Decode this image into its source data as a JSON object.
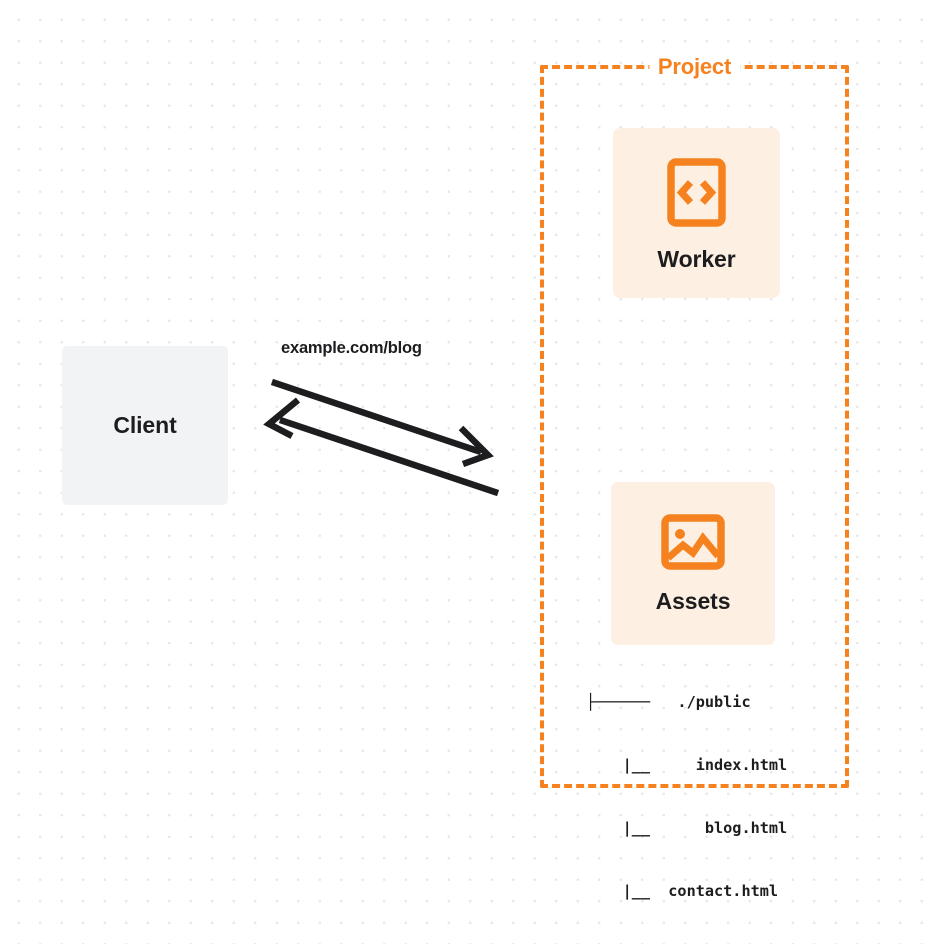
{
  "diagram": {
    "type": "architecture-diagram",
    "background": {
      "style": "dot-grid",
      "dot_color": "#e7e7e9",
      "page_color": "#ffffff"
    },
    "colors": {
      "accent_orange": "#f6821f",
      "card_peach": "#fdf0e3",
      "client_gray": "#f2f3f4",
      "text_dark": "#1d1d1f"
    },
    "nodes": [
      {
        "id": "client",
        "label": "Client",
        "icon": "none"
      },
      {
        "id": "worker",
        "label": "Worker",
        "icon": "code-brackets-icon"
      },
      {
        "id": "assets",
        "label": "Assets",
        "icon": "image-icon"
      }
    ],
    "group": {
      "id": "project",
      "label": "Project",
      "border_style": "dashed",
      "border_color": "#f6821f",
      "members": [
        "worker",
        "assets"
      ]
    },
    "edge": {
      "label": "example.com/blog",
      "from": "client",
      "to": "project",
      "direction": "bidirectional",
      "stroke_color": "#1d1d1f"
    },
    "file_tree": {
      "root": "./public",
      "root_prefix": "├────── ",
      "child_prefix": "|__ ",
      "children": [
        "index.html",
        "blog.html",
        "contact.html"
      ],
      "rows": [
        "├──────   ./public",
        "    |__     index.html",
        "    |__      blog.html",
        "    |__  contact.html"
      ]
    }
  }
}
